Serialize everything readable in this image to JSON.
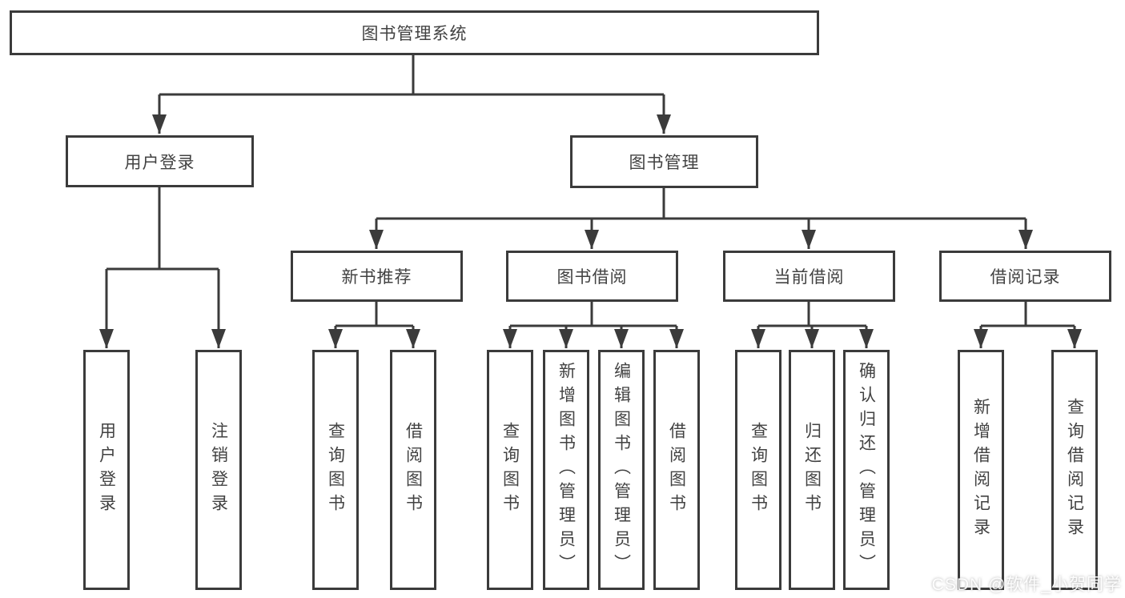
{
  "diagram_type": "functional-structure-tree",
  "colors": {
    "background": "#ffffff",
    "line": "#3b3b3b",
    "box_border": "#3b3b3b",
    "box_fill": "#ffffff",
    "text": "#424242",
    "watermark": "#f5f5f5"
  },
  "tree": {
    "label": "图书管理系统",
    "children": [
      {
        "label": "用户登录",
        "children": [
          {
            "label": "用户登录"
          },
          {
            "label": "注销登录"
          }
        ]
      },
      {
        "label": "图书管理",
        "children": [
          {
            "label": "新书推荐",
            "children": [
              {
                "label": "查询图书"
              },
              {
                "label": "借阅图书"
              }
            ]
          },
          {
            "label": "图书借阅",
            "children": [
              {
                "label": "查询图书"
              },
              {
                "label": "新增图书（管理员）"
              },
              {
                "label": "编辑图书（管理员）"
              },
              {
                "label": "借阅图书"
              }
            ]
          },
          {
            "label": "当前借阅",
            "children": [
              {
                "label": "查询图书"
              },
              {
                "label": "归还图书"
              },
              {
                "label": "确认归还（管理员）"
              }
            ]
          },
          {
            "label": "借阅记录",
            "children": [
              {
                "label": "新增借阅记录"
              },
              {
                "label": "查询借阅记录"
              }
            ]
          }
        ]
      }
    ]
  },
  "watermark": {
    "text": "CSDN @软件_小贺同学"
  }
}
